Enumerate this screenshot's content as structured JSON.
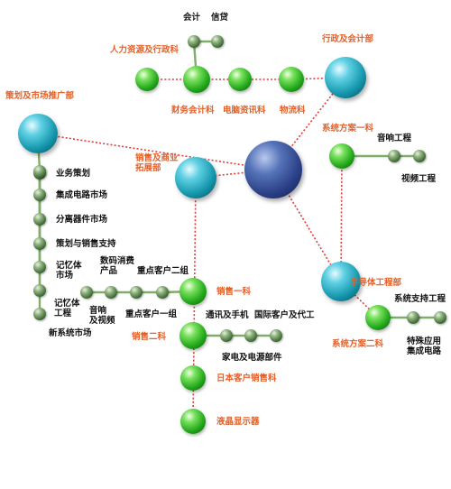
{
  "org": {
    "nodes": [
      {
        "id": "hub",
        "style": "hub",
        "label": "",
        "name": "hub-node"
      },
      {
        "id": "admin",
        "style": "cyan",
        "label": "行政及会计部",
        "name": "node-admin-accounting-dept"
      },
      {
        "id": "planning",
        "style": "cyan",
        "label": "策划及市场推广部",
        "name": "node-planning-marketing-dept"
      },
      {
        "id": "sales",
        "style": "cyan",
        "label": "销售及商业\n拓展部",
        "name": "node-sales-bizdev-dept"
      },
      {
        "id": "semi",
        "style": "cyan",
        "label": "半导体工程部",
        "name": "node-semiconductor-eng-dept"
      },
      {
        "id": "hr",
        "style": "green",
        "label": "人力资源及行政科",
        "name": "node-hr-admin"
      },
      {
        "id": "finance",
        "style": "green",
        "label": "财务会计科",
        "name": "node-finance"
      },
      {
        "id": "it",
        "style": "green",
        "label": "电脑资讯科",
        "name": "node-it"
      },
      {
        "id": "logistics",
        "style": "green",
        "label": "物流科",
        "name": "node-logistics"
      },
      {
        "id": "acct",
        "style": "small",
        "label": "会计",
        "name": "node-accounting"
      },
      {
        "id": "credit",
        "style": "small",
        "label": "信贷",
        "name": "node-credit"
      },
      {
        "id": "sol1",
        "style": "green",
        "label": "系统方案一科",
        "name": "node-solutions-1"
      },
      {
        "id": "audio",
        "style": "small",
        "label": "音响工程",
        "name": "node-audio-eng"
      },
      {
        "id": "video",
        "style": "small",
        "label": "视频工程",
        "name": "node-video-eng"
      },
      {
        "id": "p1",
        "style": "small",
        "label": "业务策划",
        "name": "node-business-planning"
      },
      {
        "id": "p2",
        "style": "small",
        "label": "集成电路市场",
        "name": "node-ic-market"
      },
      {
        "id": "p3",
        "style": "small",
        "label": "分离器件市场",
        "name": "node-discrete-market"
      },
      {
        "id": "p4",
        "style": "small",
        "label": "策划与销售支持",
        "name": "node-planning-sales-support"
      },
      {
        "id": "p5",
        "style": "small",
        "label": "记忆体\n市场",
        "name": "node-memory-market"
      },
      {
        "id": "p6",
        "style": "small",
        "label": "记忆体\n工程",
        "name": "node-memory-eng"
      },
      {
        "id": "p7",
        "style": "small",
        "label": "新系统市场",
        "name": "node-new-system-market"
      },
      {
        "id": "s1",
        "style": "green",
        "label": "销售一科",
        "name": "node-sales-1"
      },
      {
        "id": "s2",
        "style": "green",
        "label": "销售二科",
        "name": "node-sales-2"
      },
      {
        "id": "japan",
        "style": "green",
        "label": "日本客户销售科",
        "name": "node-japan-sales"
      },
      {
        "id": "lcd",
        "style": "green",
        "label": "液晶显示器",
        "name": "node-lcd"
      },
      {
        "id": "a1",
        "style": "small",
        "label": "音响\n及视频",
        "name": "node-audio-video"
      },
      {
        "id": "a2",
        "style": "small",
        "label": "数码消费\n产品",
        "name": "node-digital-consumer"
      },
      {
        "id": "a3",
        "style": "small",
        "label": "重点客户一组",
        "name": "node-key-account-1"
      },
      {
        "id": "a4",
        "style": "small",
        "label": "重点客户二组",
        "name": "node-key-account-2"
      },
      {
        "id": "b1",
        "style": "small",
        "label": "通讯及手机",
        "name": "node-telecom-mobile"
      },
      {
        "id": "b2",
        "style": "small",
        "label": "家电及电源部件",
        "name": "node-appliance-power"
      },
      {
        "id": "b3",
        "style": "small",
        "label": "国际客户及代工",
        "name": "node-intl-oem"
      },
      {
        "id": "sol2",
        "style": "green",
        "label": "系统方案二科",
        "name": "node-solutions-2"
      },
      {
        "id": "c1",
        "style": "small",
        "label": "系统支持工程",
        "name": "node-system-support-eng"
      },
      {
        "id": "c2",
        "style": "small",
        "label": "特殊应用\n集成电路",
        "name": "node-asic"
      },
      {
        "id": "hub2",
        "style": "small",
        "label": "",
        "name": "node-planning-junction"
      }
    ],
    "edges": [
      [
        "hub",
        "admin",
        "red"
      ],
      [
        "hub",
        "planning",
        "red"
      ],
      [
        "hub",
        "sales",
        "red"
      ],
      [
        "hub",
        "semi",
        "red"
      ],
      [
        "admin",
        "logistics",
        "red"
      ],
      [
        "logistics",
        "it",
        "red"
      ],
      [
        "it",
        "finance",
        "red"
      ],
      [
        "finance",
        "hr",
        "red"
      ],
      [
        "finance",
        "acct",
        "green"
      ],
      [
        "acct",
        "credit",
        "green"
      ],
      [
        "planning",
        "hub2",
        "green"
      ],
      [
        "hub2",
        "p7",
        "green"
      ],
      [
        "p1",
        "hub2",
        "green"
      ],
      [
        "p2",
        "hub2",
        "green"
      ],
      [
        "p3",
        "hub2",
        "green"
      ],
      [
        "p4",
        "hub2",
        "green"
      ],
      [
        "p5",
        "hub2",
        "green"
      ],
      [
        "p6",
        "hub2",
        "green"
      ],
      [
        "sales",
        "lcd",
        "red"
      ],
      [
        "s1",
        "a4",
        "green"
      ],
      [
        "a4",
        "a3",
        "green"
      ],
      [
        "a3",
        "a2",
        "green"
      ],
      [
        "a2",
        "a1",
        "green"
      ],
      [
        "s2",
        "b1",
        "green"
      ],
      [
        "b1",
        "b2",
        "green"
      ],
      [
        "b2",
        "b3",
        "green"
      ],
      [
        "semi",
        "sol1",
        "red"
      ],
      [
        "sol1",
        "audio",
        "green"
      ],
      [
        "audio",
        "video",
        "green"
      ],
      [
        "semi",
        "sol2",
        "red"
      ],
      [
        "sol2",
        "c1",
        "green"
      ],
      [
        "c1",
        "c2",
        "green"
      ]
    ]
  }
}
